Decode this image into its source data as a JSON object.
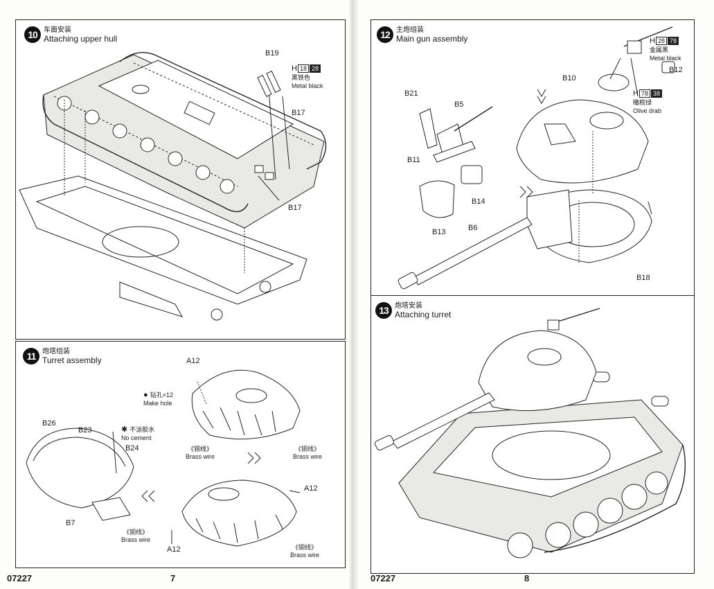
{
  "left_page": {
    "page_number": "7",
    "product_code": "07227",
    "step10": {
      "number": "10",
      "title_cn": "车面安装",
      "title_en": "Attaching upper hull",
      "parts": [
        "B19",
        "B17",
        "B17"
      ],
      "paint": {
        "code": "H",
        "n1": "18",
        "n2": "28",
        "name_cn": "黑铁色",
        "name_en": "Metal black"
      }
    },
    "step11": {
      "number": "11",
      "title_cn": "炮塔组装",
      "title_en": "Turret assembly",
      "parts": [
        "A12",
        "B26",
        "B23",
        "B24",
        "B7",
        "A12",
        "A12"
      ],
      "drill": {
        "cn": "钻孔×12",
        "en": "Make hole"
      },
      "no_cement": {
        "cn": "不涂胶水",
        "en": "No cement"
      },
      "brass_wire_cn": "《铜线》",
      "brass_wire_en": "Brass wire"
    }
  },
  "right_page": {
    "page_number": "8",
    "product_code": "07227",
    "step12": {
      "number": "12",
      "title_cn": "主炮组装",
      "title_en": "Main gun assembly",
      "parts": [
        "B21",
        "B5",
        "B11",
        "B14",
        "B13",
        "B6",
        "B10",
        "B12",
        "B18"
      ],
      "paint_metal": {
        "code": "H",
        "n1": "28",
        "n2": "78",
        "name_cn": "金属黑",
        "name_en": "Metal black"
      },
      "paint_olive": {
        "code": "H",
        "n1": "78",
        "n2": "38",
        "name_cn": "橄榄绿",
        "name_en": "Olive drab"
      }
    },
    "step13": {
      "number": "13",
      "title_cn": "炮塔安装",
      "title_en": "Attaching turret"
    }
  },
  "colors": {
    "ink": "#1a1a1a",
    "paper": "#fdfdfb",
    "badge": "#111111"
  },
  "icons": [
    "drill-icon",
    "no-cement-icon",
    "assembly-arrow-icon"
  ]
}
